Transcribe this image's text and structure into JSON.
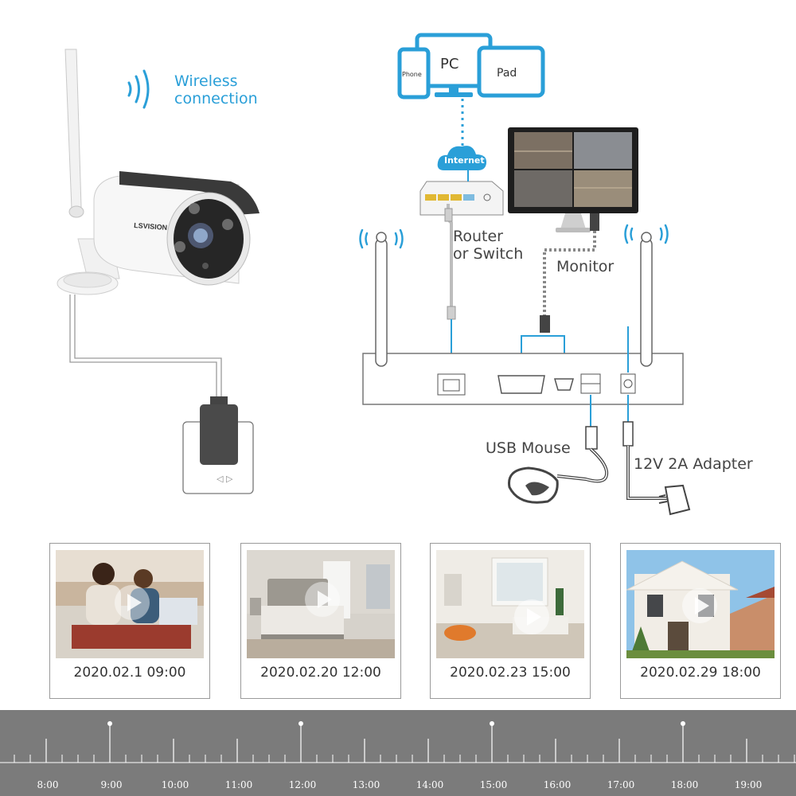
{
  "labels": {
    "wireless_line1": "Wireless",
    "wireless_line2": "connection",
    "pc": "PC",
    "phone": "Phone",
    "pad": "Pad",
    "internet": "Internet",
    "router_line1": "Router",
    "router_line2": "or Switch",
    "monitor": "Monitor",
    "usb_mouse": "USB Mouse",
    "adapter": "12V 2A Adapter",
    "camera_brand": "LSVISION"
  },
  "colors": {
    "accent": "#2a9fd8",
    "line": "#555555",
    "timeline_bg": "#7b7b7b"
  },
  "recordings": [
    {
      "timestamp": "2020.02.1  09:00",
      "scene": "family-living-room"
    },
    {
      "timestamp": "2020.02.20  12:00",
      "scene": "bedroom"
    },
    {
      "timestamp": "2020.02.23  15:00",
      "scene": "living-room"
    },
    {
      "timestamp": "2020.02.29  18:00",
      "scene": "house-exterior"
    }
  ],
  "timeline": {
    "hours": [
      "8:00",
      "9:00",
      "10:00",
      "11:00",
      "12:00",
      "13:00",
      "14:00",
      "15:00",
      "16:00",
      "17:00",
      "18:00",
      "19:00"
    ],
    "marked_hours": [
      "9:00",
      "12:00",
      "15:00",
      "18:00"
    ]
  }
}
